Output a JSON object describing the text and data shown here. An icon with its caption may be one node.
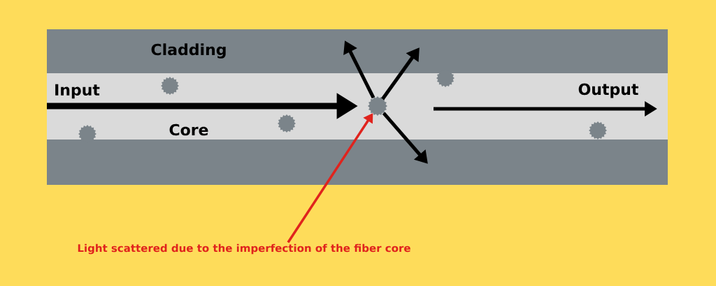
{
  "diagram": {
    "nodes": [
      {
        "text": [
          "Cladding"
        ]
      },
      {
        "text": [
          "Core"
        ],
        "in": 0
      },
      {
        "text": [],
        "shape": "circle",
        "in": 1
      },
      {
        "text": [],
        "shape": "circle",
        "in": 1
      },
      {
        "text": [],
        "shape": "circle",
        "in": 1
      },
      {
        "text": [],
        "shape": "circle",
        "in": 1
      },
      {
        "text": [],
        "shape": "circle",
        "in": 1
      },
      {
        "text": [],
        "shape": "circle",
        "in": 1
      },
      {
        "text": [
          "Light scattered due to the imperfection of the fiber core"
        ]
      }
    ],
    "edges": [
      {
        "from": 5,
        "to": null,
        "arrow": "to"
      },
      {
        "from": 5,
        "to": null,
        "arrow": "to"
      },
      {
        "from": 5,
        "to": null,
        "arrow": "to"
      },
      {
        "from": 8,
        "to": 5,
        "arrow": "to",
        "color": "#e0231d"
      }
    ],
    "labels": [
      "Input",
      "Output"
    ]
  }
}
